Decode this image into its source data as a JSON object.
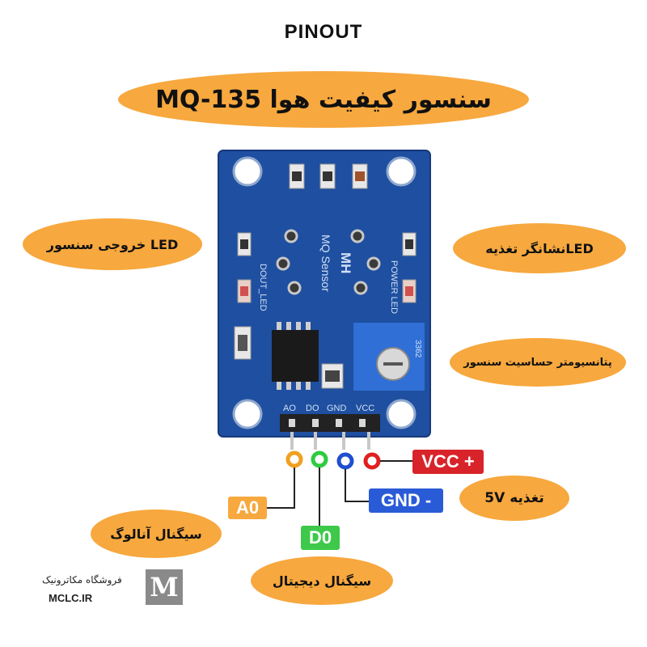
{
  "title": "PINOUT",
  "main_label": "سنسور کیفیت هوا MQ-135",
  "labels": {
    "led_output": "LED خروجی سنسور",
    "power_led": "LEDنشانگر تغذیه",
    "potentiometer": "پتانسیومتر حساسیت سنسور",
    "supply_5v": "تغذیه 5V",
    "analog_signal": "سیگنال آنالوگ",
    "digital_signal": "سیگنال دیجیتال"
  },
  "pins": {
    "vcc": "VCC +",
    "gnd": "GND -",
    "a0": "A0",
    "d0": "D0"
  },
  "board": {
    "brand": "MH",
    "model": "MQ Sensor",
    "dout_led": "DOUT_LED",
    "power_led": "POWER LED",
    "pot_code": "3362",
    "pin_headers": [
      "AO",
      "DO",
      "GND",
      "VCC"
    ]
  },
  "footer": {
    "shop_name": "فروشگاه مکاترونیک",
    "site": "MCLC.IR",
    "logo_text": "M"
  },
  "colors": {
    "pill": "#f7a83e",
    "board": "#1f4fa0",
    "vcc_tag": "#d9232a",
    "gnd_tag": "#2a5bd7",
    "a0_tag": "#f7a83e",
    "d0_tag": "#3ec94a",
    "a0_wire": "#f0a020",
    "d0_wire": "#2ecc40",
    "gnd_wire": "#1f4fd0",
    "vcc_wire": "#e02020"
  }
}
